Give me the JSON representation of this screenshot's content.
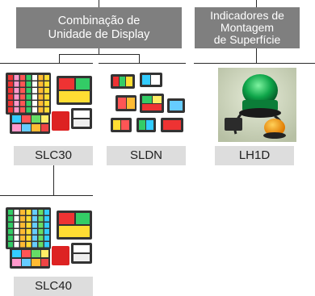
{
  "headers": {
    "display": {
      "line1": "Combinação de",
      "line2": "Unidade de Display"
    },
    "surface": {
      "line1": "Indicadores de",
      "line2": "Montagem",
      "line3": "de Superfície"
    }
  },
  "products": {
    "slc30": {
      "label": "SLC30"
    },
    "sldn": {
      "label": "SLDN"
    },
    "lh1d": {
      "label": "LH1D"
    },
    "slc40": {
      "label": "SLC40"
    }
  },
  "colors": {
    "header_bg": "#7f7f7f",
    "label_bg": "#dddddd",
    "connector": "#2a2a2a"
  }
}
